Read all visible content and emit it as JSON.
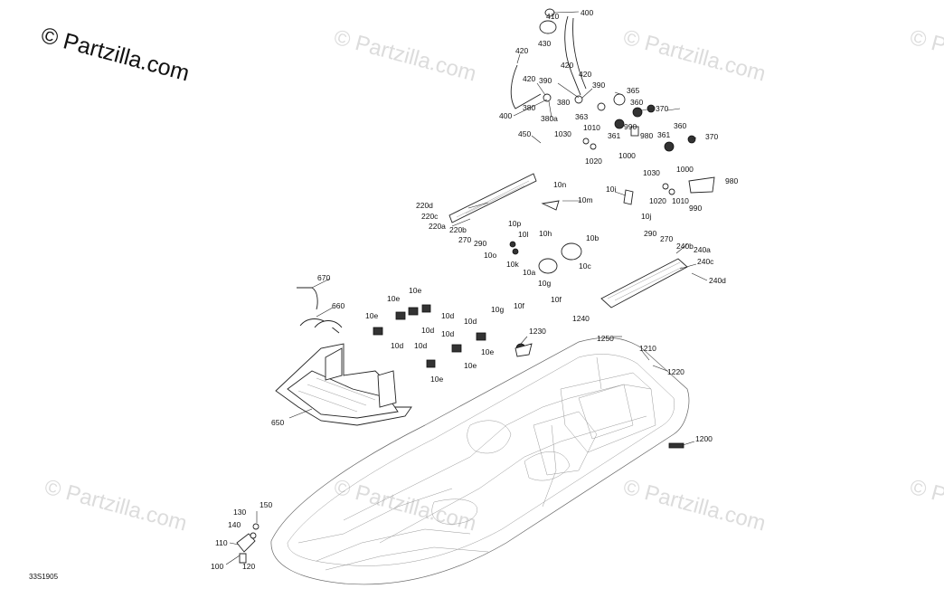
{
  "watermark": {
    "main": "© Partzilla.com",
    "repeat": "© Partzilla.com"
  },
  "diagram_code": "33S1905",
  "labels": {
    "p410": "410",
    "p400a": "400",
    "p430": "430",
    "p420a": "420",
    "p420b": "420",
    "p420c": "420",
    "p420d": "420",
    "p390a": "390",
    "p390b": "390",
    "p400b": "400",
    "p380": "380",
    "p380b": "380",
    "p380a": "380a",
    "p363": "363",
    "p365": "365",
    "p360a": "360",
    "p370a": "370",
    "p990a": "990",
    "p361a": "361",
    "p980a": "980",
    "p1000a": "1000",
    "p361b": "361",
    "p360b": "360",
    "p370b": "370",
    "p450": "450",
    "p1030a": "1030",
    "p1010a": "1010",
    "p1020a": "1020",
    "p1030b": "1030",
    "p1000b": "1000",
    "p980b": "980",
    "p1020b": "1020",
    "p1010b": "1010",
    "p990b": "990",
    "p10n": "10n",
    "p10m": "10m",
    "p10i": "10i",
    "p10j": "10j",
    "p220d": "220d",
    "p220c": "220c",
    "p220a": "220a",
    "p220b": "220b",
    "p270a": "270",
    "p290a": "290",
    "p10p": "10p",
    "p10l": "10l",
    "p10o": "10o",
    "p10k": "10k",
    "p10h": "10h",
    "p10b": "10b",
    "p10c": "10c",
    "p10a": "10a",
    "p10g1": "10g",
    "p10f1": "10f",
    "p290b": "290",
    "p270b": "270",
    "p240b": "240b",
    "p240a": "240a",
    "p240c": "240c",
    "p240d": "240d",
    "p670": "670",
    "p660": "660",
    "p10e1": "10e",
    "p10e2": "10e",
    "p10d1": "10d",
    "p10d2": "10d",
    "p10e3": "10e",
    "p10d3": "10d",
    "p10g2": "10g",
    "p10f2": "10f",
    "p10d4": "10d",
    "p10d5": "10d",
    "p10e4": "10e",
    "p10e5": "10e",
    "p10d6": "10d",
    "p10e6": "10e",
    "p1230": "1230",
    "p1240": "1240",
    "p1250": "1250",
    "p1210": "1210",
    "p1220": "1220",
    "p650": "650",
    "p1200": "1200",
    "p130": "130",
    "p150": "150",
    "p140": "140",
    "p110": "110",
    "p100": "100",
    "p120": "120"
  }
}
